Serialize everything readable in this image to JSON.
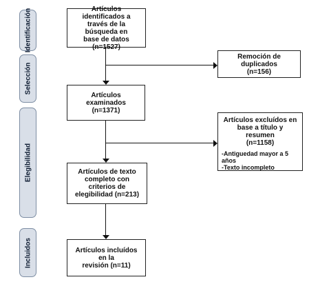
{
  "stages": {
    "identificacion": "Identificación",
    "seleccion": "Selección",
    "elegibilidad": "Elegibilidad",
    "incluidos": "Incluidos"
  },
  "boxes": {
    "identificados": {
      "line1": "Artículos identificados a",
      "line2": "través de la búsqueda en",
      "line3": "base de datos (n=1527)"
    },
    "duplicados": {
      "line1": "Remoción de duplicados",
      "line2": "(n=156)"
    },
    "examinados": {
      "line1": "Artículos examinados",
      "line2": "(n=1371)"
    },
    "excluidos": {
      "line1": "Artículos excluídos en",
      "line2": "base a título y resumen",
      "line3": "(n=1158)",
      "reason1": "-Antiguedad mayor a 5 años",
      "reason2": "-Texto incompleto"
    },
    "texto_completo": {
      "line1": "Artículos de texto",
      "line2": "completo con criterios de",
      "line3": "elegibilidad (n=213)"
    },
    "incluidos": {
      "line1": "Artículos incluídos en la",
      "line2": "revisión (n=11)"
    }
  }
}
